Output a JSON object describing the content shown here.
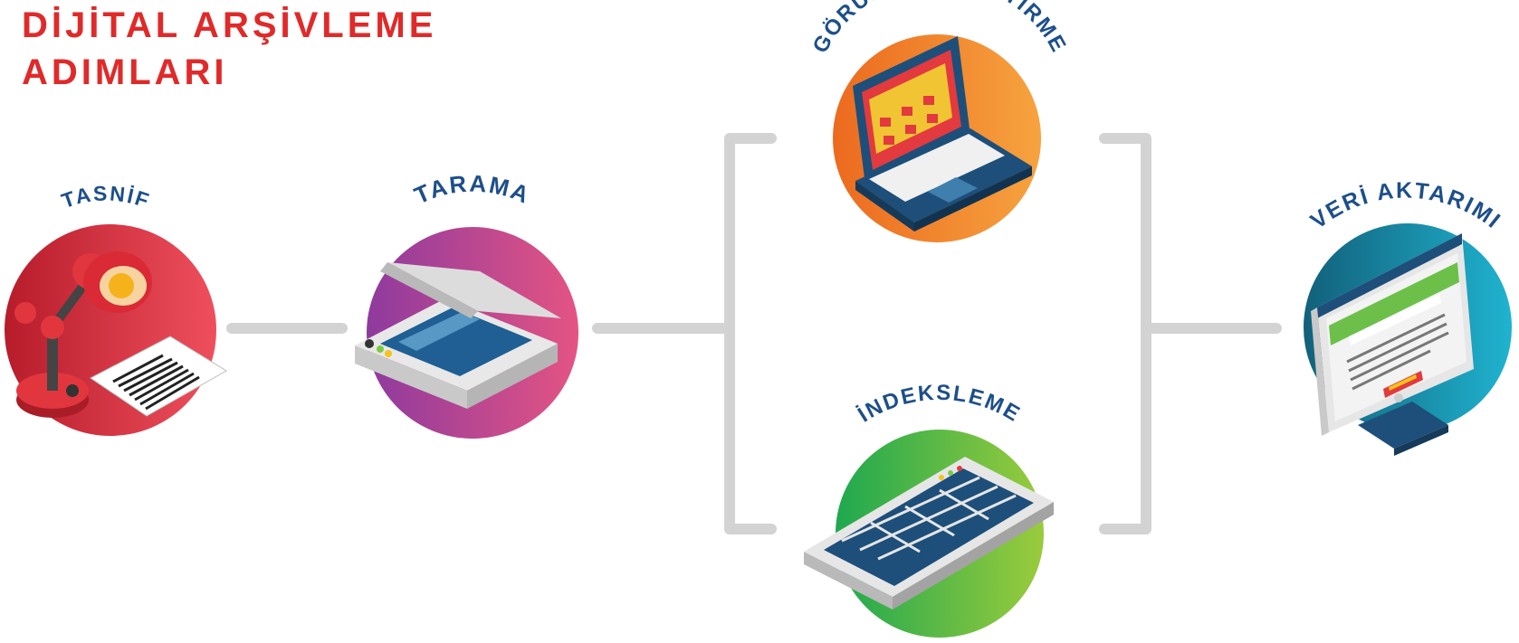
{
  "title": {
    "line1": "DİJİTAL ARŞİVLEME",
    "line2": "ADIMLARI"
  },
  "colors": {
    "title": "#e02a2a",
    "label": "#1d4f8a",
    "connector": "#d3d3d3",
    "tasnif": [
      "#b71c2a",
      "#ef4f5d"
    ],
    "tarama": [
      "#8e3a9e",
      "#e45483"
    ],
    "goruntu": [
      "#ec6a1f",
      "#f6a33f"
    ],
    "indeksleme": [
      "#1fa84f",
      "#9acb3c"
    ],
    "veri": [
      "#12607a",
      "#1fb3cf"
    ]
  },
  "steps": [
    {
      "id": "tasnif",
      "label": "TASNİF",
      "icon": "desk-lamp-document-icon"
    },
    {
      "id": "tarama",
      "label": "TARAMA",
      "icon": "flatbed-scanner-icon"
    },
    {
      "id": "goruntu",
      "label": "GÖRÜNTÜ İYİLEŞTİRME",
      "icon": "laptop-icon"
    },
    {
      "id": "indeksleme",
      "label": "İNDEKSLEME",
      "icon": "keyboard-icon"
    },
    {
      "id": "veri",
      "label": "VERİ AKTARIMI",
      "icon": "monitor-icon"
    }
  ]
}
